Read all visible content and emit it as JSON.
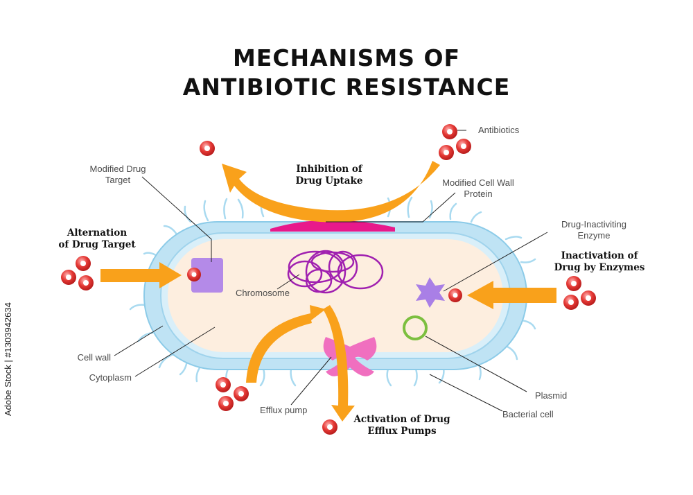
{
  "title": {
    "line1": "MECHANISMS OF",
    "line2": "ANTIBIOTIC RESISTANCE"
  },
  "labels": {
    "antibiotics": "Antibiotics",
    "modified_drug_target": [
      "Modified Drug",
      "Target"
    ],
    "modified_cell_wall_protein": [
      "Modified Cell Wall",
      "Protein"
    ],
    "drug_inactivating_enzyme": [
      "Drug-Inactiviting",
      "Enzyme"
    ],
    "chromosome": "Chromosome",
    "cell_wall": "Cell wall",
    "cytoplasm": "Cytoplasm",
    "efflux_pump": "Efflux pump",
    "plasmid": "Plasmid",
    "bacterial_cell": "Bacterial cell"
  },
  "mechanisms": {
    "inhibition_uptake": [
      "Inhibition of",
      "Drug Uptake"
    ],
    "alternation_target": [
      "Alternation",
      "of Drug Target"
    ],
    "inactivation_enzymes": [
      "Inactivation of",
      "Drug by Enzymes"
    ],
    "activation_efflux": [
      "Activation of Drug",
      "Efflux Pumps"
    ]
  },
  "stock_id": "Adobe Stock | #1303942634",
  "colors": {
    "arrow": "#f9a11b",
    "cell_wall": "#bfe3f4",
    "cell_wall_edge": "#8ccbe8",
    "cytoplasm": "#fdeedf",
    "chromosome": "#a020b0",
    "modified_protein": "#e8198b",
    "drug_target": "#b48ae8",
    "enzyme": "#a97fe6",
    "efflux_pump": "#f06fbf",
    "plasmid": "#7cbf3f",
    "antibiotic": "#e03a3a",
    "pili": "#a9daf0"
  }
}
